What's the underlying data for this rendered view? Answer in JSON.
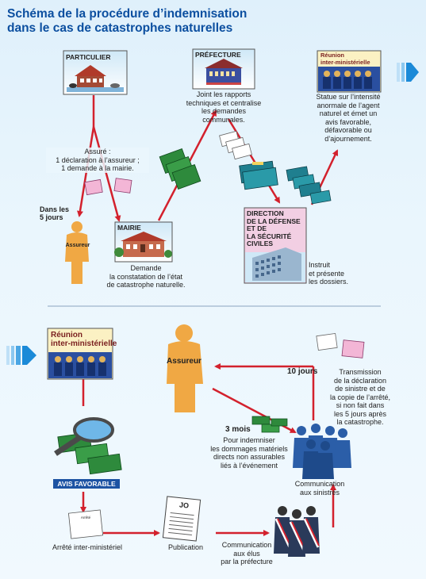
{
  "title": {
    "line1": "Schéma de la procédure d’indemnisation",
    "line2": "dans le cas de catastrophes naturelles"
  },
  "top": {
    "particulier": "PARTICULIER",
    "prefecture": "PRÉFECTURE",
    "reunion_line1": "Réunion",
    "reunion_line2": "inter-ministérielle",
    "mairie": "MAIRIE",
    "direction": [
      "DIRECTION",
      "DE LA DÉFENSE",
      "ET DE",
      "LA SÉCURITÉ",
      "CIVILES"
    ],
    "assure": [
      "Assuré :",
      "1 déclaration à l’assureur ;",
      "1 demande à la mairie."
    ],
    "dans_les_5_jours": [
      "Dans les",
      "5 jours"
    ],
    "assureur": "Assureur",
    "demande": [
      "Demande",
      "la constatation de l’état",
      "de catastrophe naturelle."
    ],
    "joint": [
      "Joint les rapports",
      "techniques et centralise",
      "les demandes communales."
    ],
    "statue": [
      "Statue sur l’intensité",
      "anormale de l’agent",
      "naturel et émet un",
      "avis favorable,",
      "défavorable ou",
      "d’ajournement."
    ],
    "instruit": [
      "Instruit",
      "et présente",
      "les dossiers."
    ]
  },
  "bottom": {
    "reunion_line1": "Réunion",
    "reunion_line2": "inter-ministérielle",
    "assureur": "Assureur",
    "dix_jours": "10 jours",
    "transmission": [
      "Transmission",
      "de la déclaration",
      "de sinistre et de",
      "la copie de l’arrêté,",
      "si non fait dans",
      "les 5 jours après",
      "la catastrophe."
    ],
    "trois_mois": "3 mois",
    "pour_indemniser": [
      "Pour indemniser",
      "les dommages matériels",
      "directs non assurables",
      "liés à l’événement"
    ],
    "avis_favorable": "AVIS FAVORABLE",
    "communication_sinistres": [
      "Communication",
      "aux sinistrés"
    ],
    "arrete": "Arrêté inter-ministériel",
    "publication": "Publication",
    "communication_elus": [
      "Communication",
      "aux élus",
      "par la préfecture"
    ],
    "jo": "JO",
    "doc_arrete": "Arrêté"
  },
  "colors": {
    "title": "#0c4fa0",
    "arrow": "#d3212d",
    "building": "#8b3a2a",
    "green_money": "#2e8a3c",
    "person": "#f0a844",
    "crowd": "#2b5ea8",
    "reunion_bg": "#2a4fa0",
    "avis_bg": "#1d53a3",
    "blue_arrow": "#1b8ad8"
  }
}
